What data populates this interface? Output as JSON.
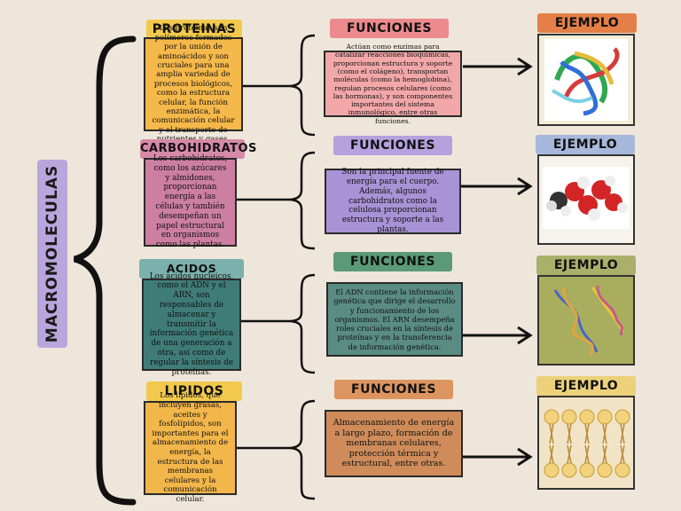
{
  "side_label": "MACROMOLECULAS",
  "rows": [
    {
      "title": "PROTEINAS",
      "desc": "Las proteínas son polímeros formados por la unión de aminoácidos y son cruciales para una amplia variedad de procesos biológicos, como la estructura celular, la función enzimática, la comunicación celular y el transporte de nutrientes y gases.",
      "func_label": "FUNCIONES",
      "func_text": "Actúan como enzimas para catalizar reacciones bioquímicas, proporcionan estructura y soporte (como el colágeno), transportan moléculas (como la hemoglobina), regulan procesos celulares (como las hormonas), y son componentes importantes del sistema inmunológico, entre otras funciones.",
      "example_label": "EJEMPLO"
    },
    {
      "title": "CARBOHIDRATOS",
      "desc": "Los carbohidratos, como los azúcares y almidones, proporcionan energía a las células y también desempeñan un papel estructural en organismos como las plantas.",
      "func_label": "FUNCIONES",
      "func_text": "Son la principal fuente de energía para el cuerpo. Además, algunos carbohidratos como la celulosa proporcionan estructura y soporte a las plantas.",
      "example_label": "EJEMPLO"
    },
    {
      "title": "ACIDOS NUCLEICOS",
      "desc": "Los ácidos nucleicos, como el ADN y el ARN, son responsables de almacenar y transmitir la información genética de una generación a otra, así como de regular la síntesis de proteínas.",
      "func_label": "FUNCIONES",
      "func_text": "El ADN contiene la información genética que dirige el desarrollo y funcionamiento de los organismos. El ARN desempeña roles cruciales en la síntesis de proteínas y en la transferencia de información genética.",
      "example_label": "EJEMPLO"
    },
    {
      "title": "LIPIDOS",
      "desc": "Los lípidos, que incluyen grasas, aceites y fosfolípidos, son importantes para el almacenamiento de energía, la estructura de las membranas celulares y la comunicación celular.",
      "func_label": "FUNCIONES",
      "func_text": "Almacenamiento de energía a largo plazo, formación de membranas celulares, protección térmica y estructural, entre otras.",
      "example_label": "EJEMPLO"
    }
  ],
  "colors": {
    "background": "#eee6da",
    "side": "#b9a6dc",
    "proteinas_tag": "#f2c94c",
    "proteinas_box": "#f5b84a",
    "func1_tag": "#ec8a8e",
    "func1_box": "#f2a7a9",
    "ejemplo1_tag": "#e47f47",
    "carbo_tag": "#d68aa8",
    "carbo_box": "#cc7fa0",
    "func2_tag": "#b6a0de",
    "func2_box": "#a893d6",
    "ejemplo2_tag": "#a7b8dc",
    "acidos_tag": "#7bb0ad",
    "acidos_box": "#3f7c78",
    "func3_tag": "#5a9a79",
    "func3_box": "#5a8c83",
    "ejemplo3_tag": "#a9b06a",
    "lipidos_tag": "#f2c94c",
    "lipidos_box": "#f2b64a",
    "func4_tag": "#dc9560",
    "func4_box": "#cf8c5a",
    "ejemplo4_tag": "#ecd17a"
  }
}
